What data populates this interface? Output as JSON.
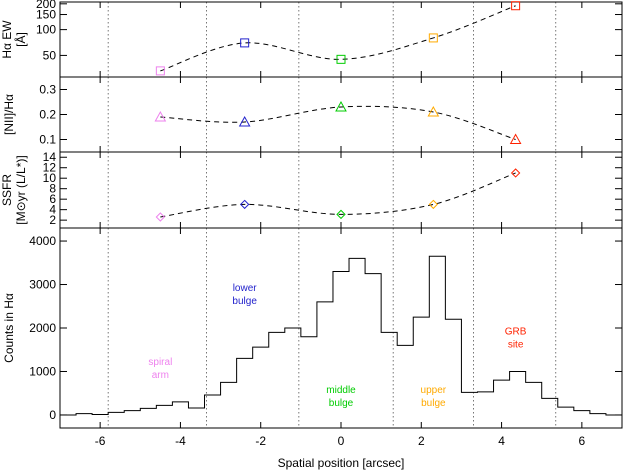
{
  "chart_data": {
    "type": "multi-panel",
    "xlabel": "Spatial position [arcsec]",
    "xlim": [
      -7,
      7
    ],
    "x_ticks": [
      -6,
      -4,
      -2,
      0,
      2,
      4,
      6
    ],
    "vlines": [
      -5.8,
      -3.35,
      -1.05,
      1.3,
      3.3,
      5.35
    ],
    "region_colors": [
      "#ee82ee",
      "#2222cc",
      "#00cc00",
      "#ffaa00",
      "#ff2200"
    ],
    "panels": [
      {
        "id": "ew",
        "ylabel_lines": [
          "Hα EW",
          "[Å]"
        ],
        "ylog": true,
        "ylim": [
          28,
          210
        ],
        "y_ticks": [
          50,
          100,
          150,
          200
        ],
        "marker": "square",
        "x": [
          -4.5,
          -2.4,
          0.0,
          2.3,
          4.35
        ],
        "y": [
          33,
          70,
          45,
          80,
          190
        ]
      },
      {
        "id": "nii",
        "ylabel_lines": [
          "[NII]/Hα"
        ],
        "ylog": false,
        "ylim": [
          0.05,
          0.35
        ],
        "y_ticks": [
          0.1,
          0.2,
          0.3
        ],
        "marker": "triangle",
        "x": [
          -4.5,
          -2.4,
          0.0,
          2.3,
          4.35
        ],
        "y": [
          0.19,
          0.17,
          0.23,
          0.21,
          0.1
        ]
      },
      {
        "id": "ssfr",
        "ylabel_lines": [
          "SSFR",
          "[M⊙yr (L/L*)]"
        ],
        "ylog": false,
        "ylim": [
          0.5,
          15
        ],
        "y_ticks": [
          2,
          4,
          6,
          8,
          10,
          12,
          14
        ],
        "marker": "diamond",
        "x": [
          -4.5,
          -2.4,
          0.0,
          2.3,
          4.35
        ],
        "y": [
          2.6,
          5.0,
          3.1,
          5.0,
          11.0
        ]
      },
      {
        "id": "counts",
        "ylabel_lines": [
          "Counts in Hα"
        ],
        "ylog": false,
        "ylim": [
          -300,
          4300
        ],
        "y_ticks": [
          0,
          1000,
          2000,
          3000,
          4000
        ],
        "type": "step",
        "bin_edges": [
          -7.0,
          -6.6,
          -6.2,
          -5.8,
          -5.4,
          -5.0,
          -4.6,
          -4.2,
          -3.8,
          -3.4,
          -3.0,
          -2.6,
          -2.2,
          -1.8,
          -1.4,
          -1.0,
          -0.6,
          -0.2,
          0.2,
          0.6,
          1.0,
          1.4,
          1.8,
          2.2,
          2.6,
          3.0,
          3.4,
          3.8,
          4.2,
          4.6,
          5.0,
          5.4,
          5.8,
          6.2,
          6.6,
          7.0
        ],
        "values": [
          0,
          30,
          10,
          60,
          100,
          150,
          220,
          300,
          160,
          460,
          750,
          1300,
          1560,
          1900,
          2000,
          1800,
          2600,
          3300,
          3600,
          3250,
          1900,
          1600,
          2250,
          3650,
          2200,
          520,
          530,
          800,
          1000,
          750,
          380,
          180,
          100,
          30,
          0
        ]
      }
    ],
    "annotations": [
      {
        "lines": [
          "spiral",
          "arm"
        ],
        "x": -4.5,
        "y": 1150,
        "color": "#ee82ee"
      },
      {
        "lines": [
          "lower",
          "bulge"
        ],
        "x": -2.4,
        "y": 2850,
        "color": "#2222cc"
      },
      {
        "lines": [
          "middle",
          "bulge"
        ],
        "x": 0.0,
        "y": 500,
        "color": "#00cc00"
      },
      {
        "lines": [
          "upper",
          "bulge"
        ],
        "x": 2.3,
        "y": 500,
        "color": "#ffaa00"
      },
      {
        "lines": [
          "GRB",
          "site"
        ],
        "x": 4.35,
        "y": 1850,
        "color": "#ff2200"
      }
    ]
  }
}
